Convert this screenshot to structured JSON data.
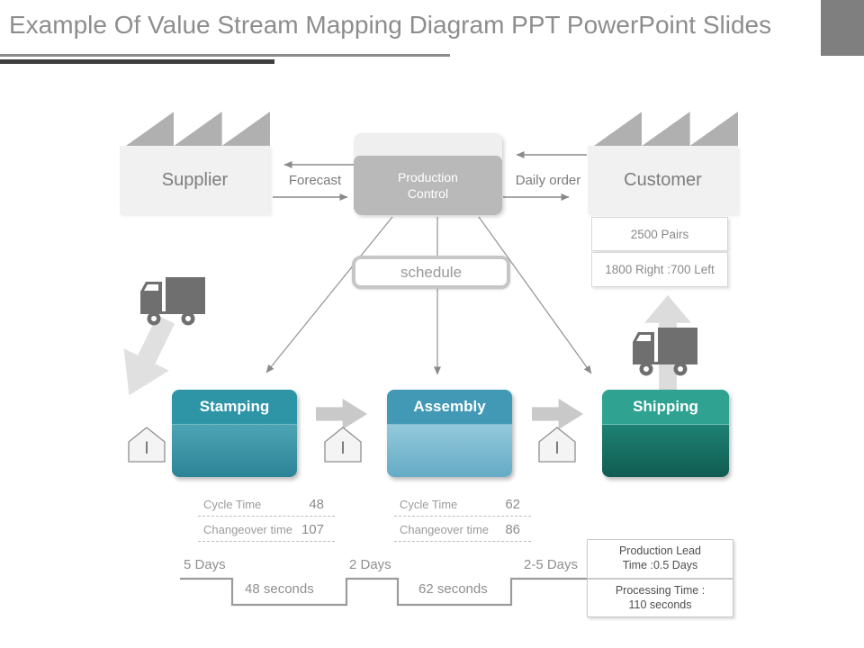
{
  "slide": {
    "title": "Example Of Value Stream Mapping Diagram PPT PowerPoint Slides"
  },
  "nodes": {
    "supplier": {
      "label": "Supplier"
    },
    "customer": {
      "label": "Customer"
    },
    "production_control": {
      "label": "Production Control"
    },
    "schedule": {
      "label": "schedule"
    }
  },
  "info_flows": {
    "forecast": {
      "label": "Forecast"
    },
    "daily_order": {
      "label": "Daily order"
    }
  },
  "customer_data": {
    "pairs": "2500 Pairs",
    "split": "1800 Right :700 Left"
  },
  "processes": [
    {
      "label": "Stamping"
    },
    {
      "label": "Assembly"
    },
    {
      "label": "Shipping"
    }
  ],
  "inventory": {
    "symbol": "I"
  },
  "metrics": [
    {
      "rows": [
        {
          "label": "Cycle Time",
          "value": "48"
        },
        {
          "label": "Changeover time",
          "value": "107"
        }
      ]
    },
    {
      "rows": [
        {
          "label": "Cycle Time",
          "value": "62"
        },
        {
          "label": "Changeover time",
          "value": "86"
        }
      ]
    }
  ],
  "timeline": {
    "wait_labels": [
      "5 Days",
      "2 Days",
      "2-5 Days"
    ],
    "process_labels": [
      "48 seconds",
      "62 seconds"
    ]
  },
  "summary": {
    "lead_time": "Production Lead Time :0.5 Days",
    "processing_time": "Processing Time : 110 seconds"
  },
  "colors": {
    "stamping": "#2e95a7",
    "assembly": "#4299b5",
    "shipping": "#2fa292",
    "accent_gray": "#7f7f7f",
    "line_gray": "#8a8a8a"
  }
}
